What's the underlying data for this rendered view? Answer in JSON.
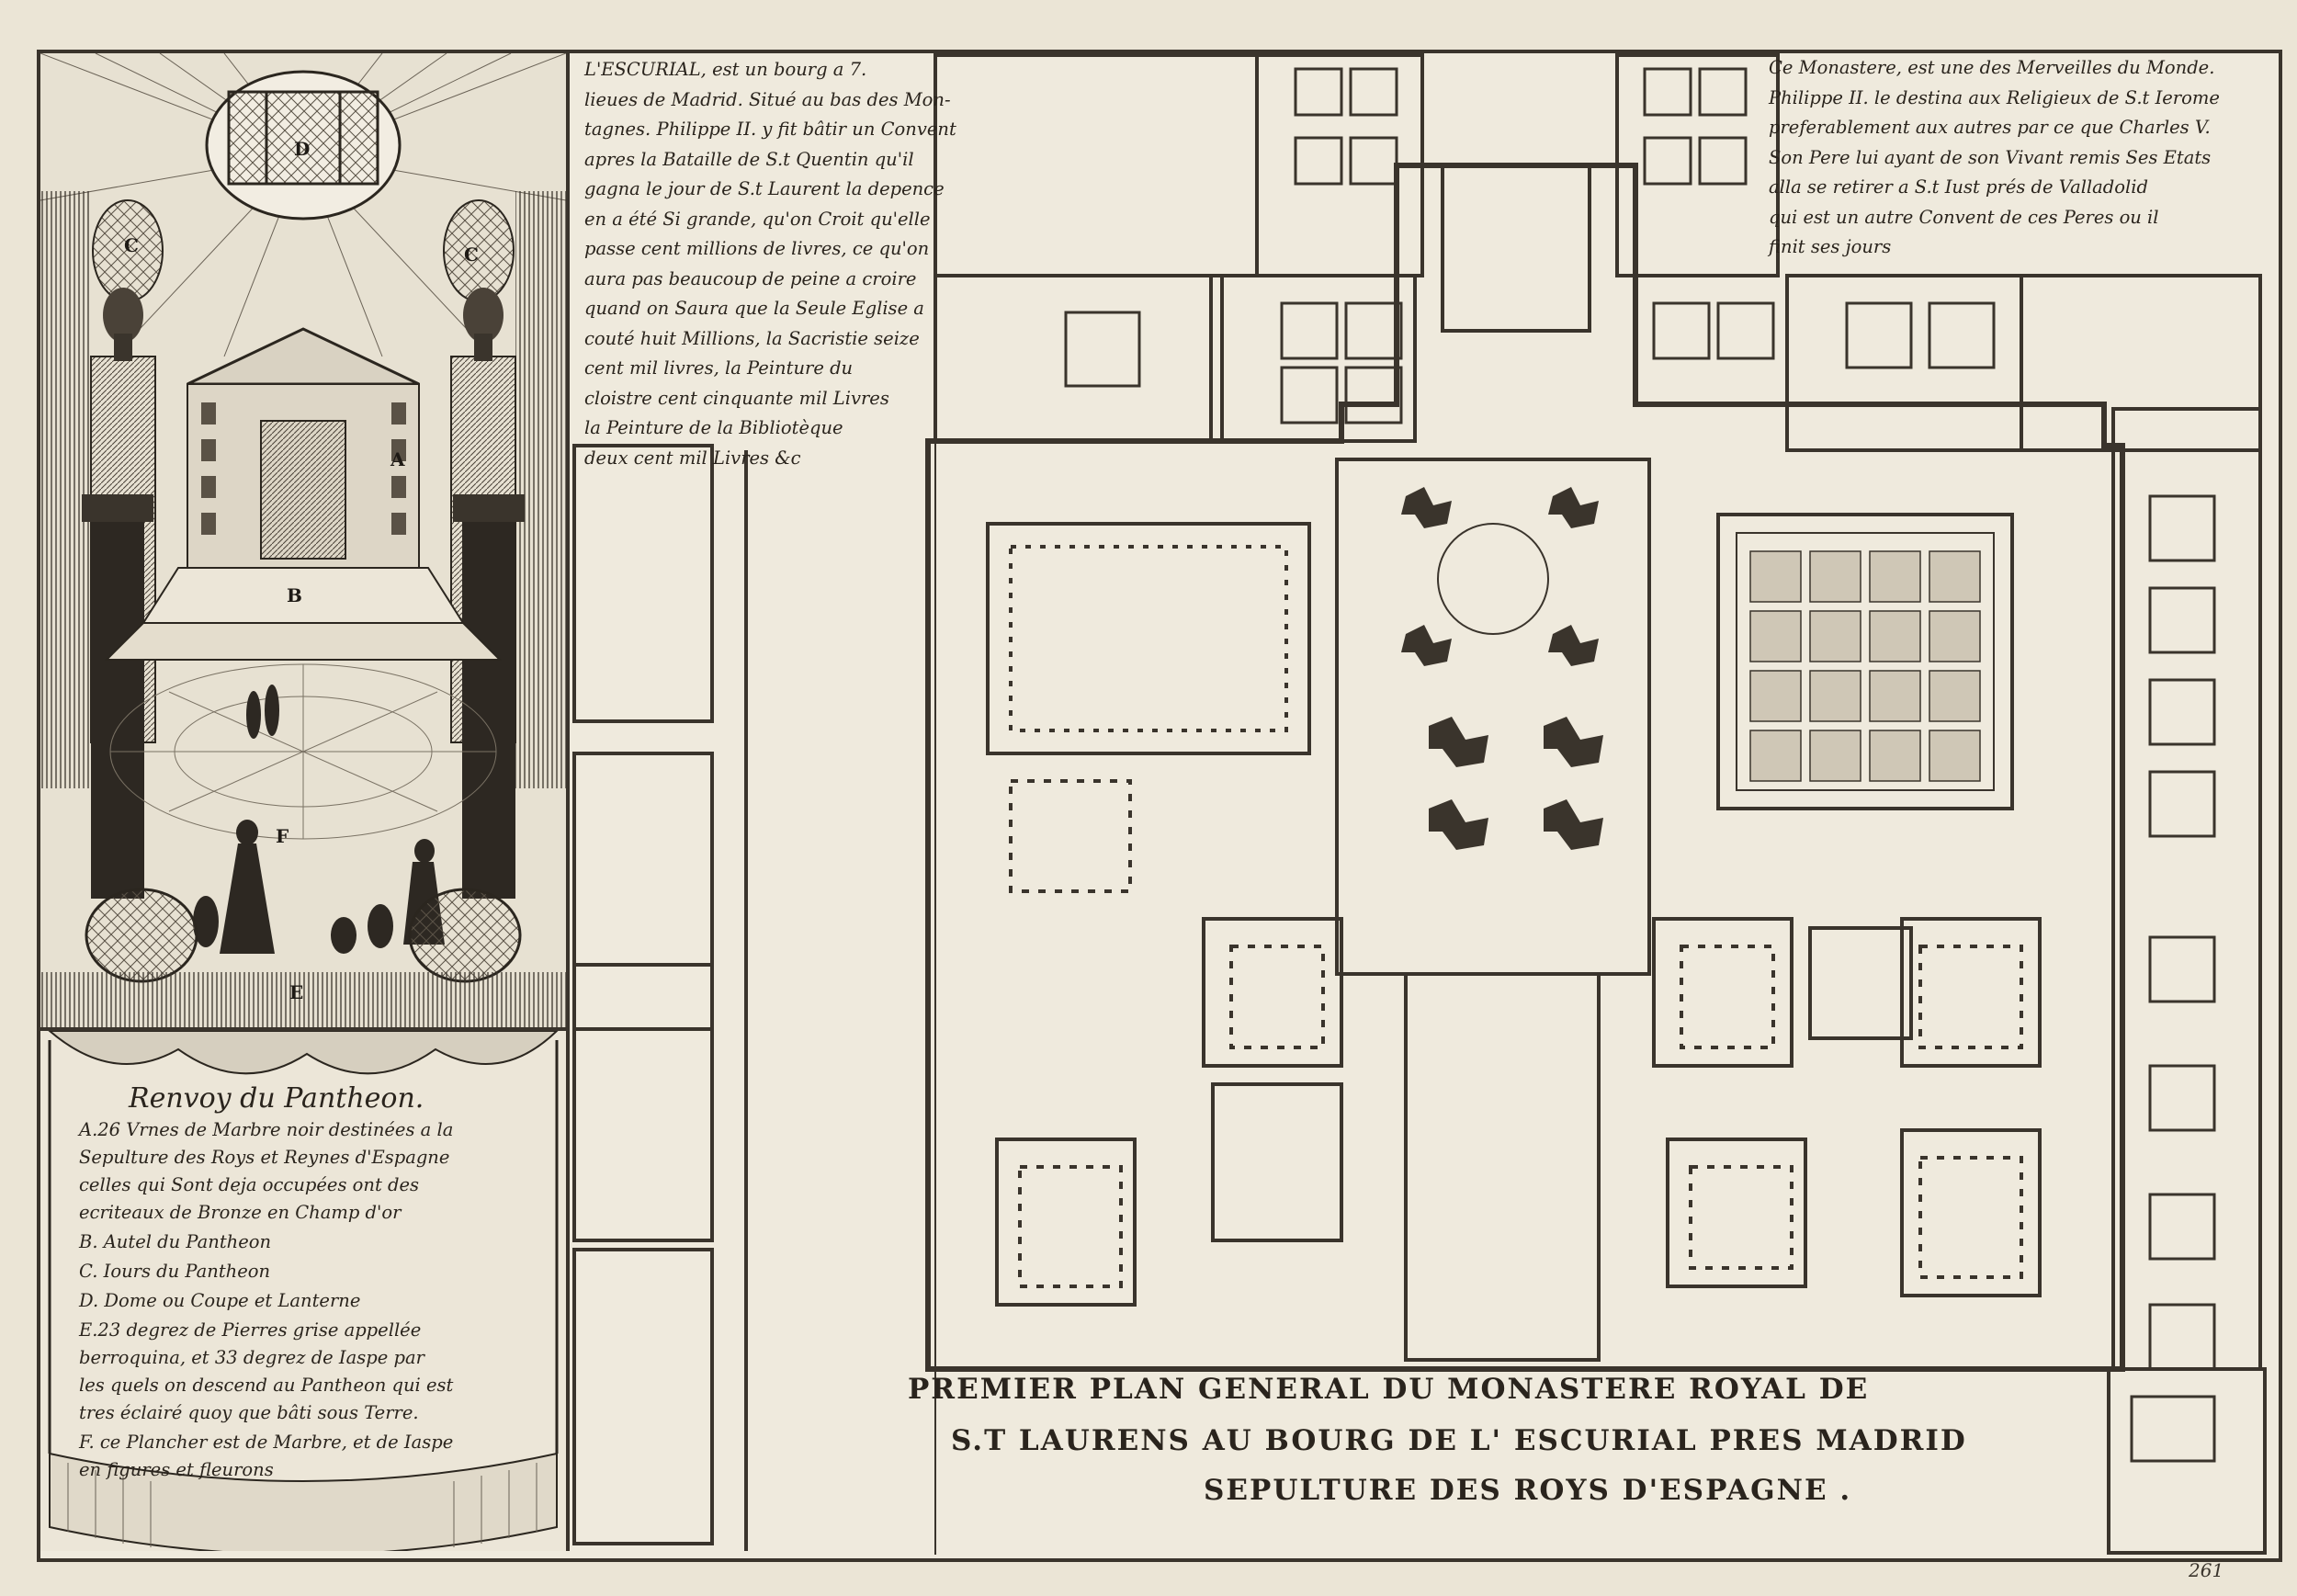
{
  "legend": {
    "title": "Renvoy du Pantheon.",
    "lines": [
      "A.26 Vrnes de Marbre noir destinées a la",
      "Sepulture des Roys et Reynes d'Espagne",
      "celles qui Sont deja occupées ont des",
      "ecriteaux de Bronze en Champ d'or",
      "B. Autel du Pantheon",
      "C. Iours du Pantheon",
      "D. Dome ou Coupe et Lanterne",
      "E.23 degrez de Pierres grise appellée",
      "berroquina, et 33 degrez de Iaspe par",
      "les quels on descend au Pantheon qui est",
      "tres éclairé quoy que bâti sous Terre.",
      "F. ce Plancher est de Marbre, et de Iaspe",
      "en figures et fleurons"
    ]
  },
  "engraving_letters": [
    "D",
    "C",
    "C",
    "A",
    "B",
    "F",
    "E"
  ],
  "note_left": [
    "L'ESCURIAL, est un bourg a 7.",
    "lieues de Madrid. Situé au bas des Mon-",
    "tagnes. Philippe II. y fit bâtir un Convent",
    "apres la Bataille de S.t Quentin qu'il",
    "gagna le jour de S.t Laurent la depence",
    "en a été Si grande, qu'on Croit qu'elle",
    "passe cent millions de livres, ce qu'on",
    "aura pas beaucoup de peine a croire",
    "quand on Saura que la Seule Eglise a",
    "couté huit Millions, la Sacristie seize",
    "cent mil livres, la Peinture du",
    "cloistre cent cinquante mil Livres",
    "la Peinture de la Bibliotèque",
    "deux cent mil Livres  &c"
  ],
  "note_right": [
    "Ce Monastere, est une des Merveilles du Monde.",
    "Philippe II. le destina aux Religieux de S.t Ierome",
    "preferablement aux autres par ce que Charles V.",
    "Son Pere lui ayant de son Vivant remis Ses Etats",
    "alla se retirer a S.t Iust prés de Valladolid",
    "qui est un autre Convent de ces Peres ou il",
    "finit ses jours"
  ],
  "title": {
    "line1": "PREMIER  PLAN  GENERAL DU MONASTERE ROYAL DE",
    "line2": "S.T LAURENS AU BOURG DE L' ESCURIAL PRES MADRID",
    "line3": "SEPULTURE DES ROYS D'ESPAGNE ."
  },
  "page_number": "261",
  "colors": {
    "paper": "#efeadd",
    "ink": "#2a241d",
    "wall": "#3a342c"
  }
}
